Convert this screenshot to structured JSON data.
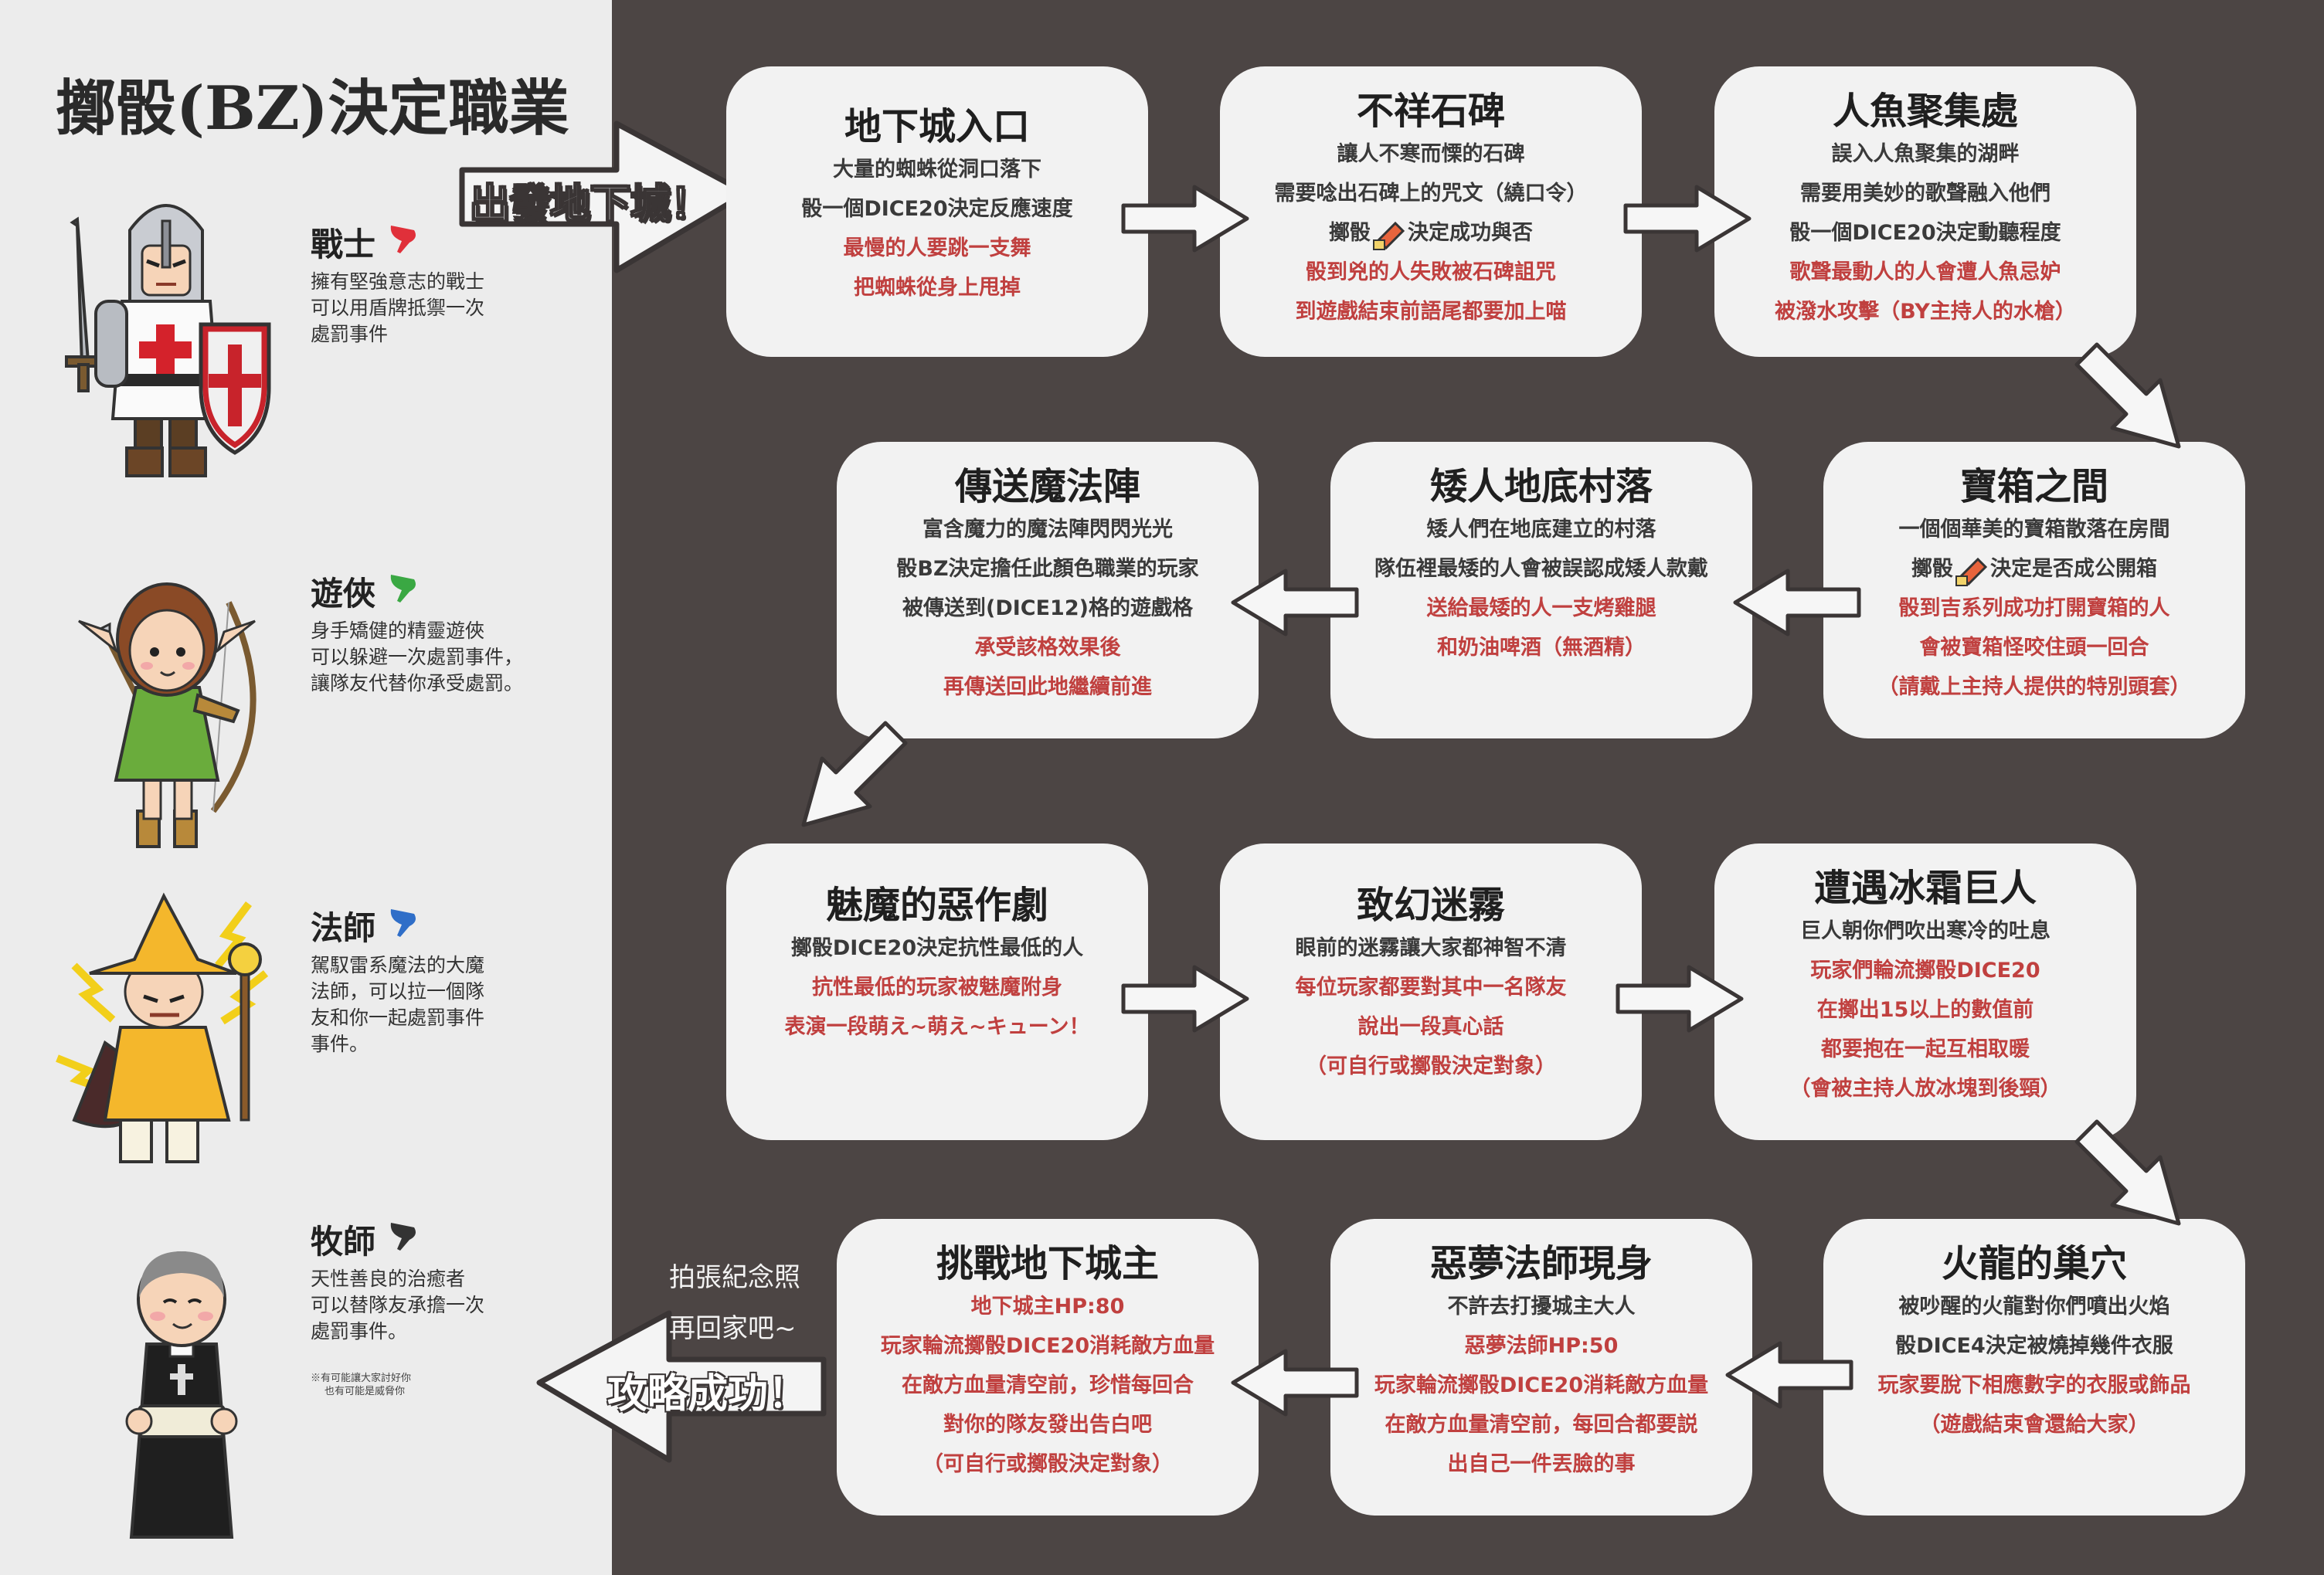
{
  "title": "擲骰(BZ)決定職業",
  "start_label": "出發地下城！",
  "end_label": "攻略成功！",
  "end_caption": [
    "拍張紀念照",
    "再回家吧~"
  ],
  "roles": [
    {
      "name": "戰士",
      "desc": [
        "擁有堅強意志的戰士",
        "可以用盾牌抵禦一次",
        "處罰事件"
      ],
      "pin_color": "#e0303a"
    },
    {
      "name": "遊俠",
      "desc": [
        "身手矯健的精靈遊俠",
        "可以躲避一次處罰事件，",
        "讓隊友代替你承受處罰。"
      ],
      "pin_color": "#3aa843"
    },
    {
      "name": "法師",
      "desc": [
        "駕馭雷系魔法的大魔",
        "法師，可以拉一個隊",
        "友和你一起處罰事件",
        "事件。"
      ],
      "pin_color": "#2f6ec8"
    },
    {
      "name": "牧師",
      "desc": [
        "天性善良的治癒者",
        "可以替隊友承擔一次",
        "處罰事件。"
      ],
      "note": [
        "※有可能讓大家討好你",
        "也有可能是威脅你"
      ],
      "pin_color": "#333333"
    }
  ],
  "cards": [
    {
      "title": "地下城入口",
      "lines": [
        {
          "text": "大量的蜘蛛從洞口落下",
          "tone": "dark"
        },
        {
          "text": "骰一個DICE20決定反應速度",
          "tone": "dark"
        },
        {
          "text": "最慢的人要跳一支舞",
          "tone": "red"
        },
        {
          "text": "把蜘蛛從身上甩掉",
          "tone": "red"
        }
      ]
    },
    {
      "title": "不祥石碑",
      "lines": [
        {
          "text": "讓人不寒而慄的石碑",
          "tone": "dark"
        },
        {
          "text": "需要唸出石碑上的咒文（繞口令）",
          "tone": "dark"
        },
        {
          "text": "擲骰",
          "tone": "dark",
          "dice": true,
          "after": "決定成功與否"
        },
        {
          "text": "骰到兇的人失敗被石碑詛咒",
          "tone": "red"
        },
        {
          "text": "到遊戲結束前語尾都要加上喵",
          "tone": "red"
        }
      ]
    },
    {
      "title": "人魚聚集處",
      "lines": [
        {
          "text": "誤入人魚聚集的湖畔",
          "tone": "dark"
        },
        {
          "text": "需要用美妙的歌聲融入他們",
          "tone": "dark"
        },
        {
          "text": "骰一個DICE20決定動聽程度",
          "tone": "dark"
        },
        {
          "text": "歌聲最動人的人會遭人魚忌妒",
          "tone": "red"
        },
        {
          "text": "被潑水攻擊（BY主持人的水槍）",
          "tone": "red"
        }
      ]
    },
    {
      "title": "寶箱之間",
      "lines": [
        {
          "text": "一個個華美的寶箱散落在房間",
          "tone": "dark"
        },
        {
          "text": "擲骰",
          "tone": "dark",
          "dice": true,
          "after": "決定是否成公開箱"
        },
        {
          "text": "骰到吉系列成功打開寶箱的人",
          "tone": "red"
        },
        {
          "text": "會被寶箱怪咬住頭一回合",
          "tone": "red"
        },
        {
          "text": "（請戴上主持人提供的特別頭套）",
          "tone": "red"
        }
      ]
    },
    {
      "title": "矮人地底村落",
      "lines": [
        {
          "text": "矮人們在地底建立的村落",
          "tone": "dark"
        },
        {
          "text": "隊伍裡最矮的人會被誤認成矮人款戴",
          "tone": "dark"
        },
        {
          "text": "送給最矮的人一支烤雞腿",
          "tone": "red"
        },
        {
          "text": "和奶油啤酒（無酒精）",
          "tone": "red"
        }
      ]
    },
    {
      "title": "傳送魔法陣",
      "lines": [
        {
          "text": "富含魔力的魔法陣閃閃光光",
          "tone": "dark"
        },
        {
          "text": "骰BZ決定擔任此顏色職業的玩家",
          "tone": "dark"
        },
        {
          "text": "被傳送到(DICE12)格的遊戲格",
          "tone": "dark"
        },
        {
          "text": "承受該格效果後",
          "tone": "red"
        },
        {
          "text": "再傳送回此地繼續前進",
          "tone": "red"
        }
      ]
    },
    {
      "title": "魅魔的惡作劇",
      "lines": [
        {
          "text": "擲骰DICE20決定抗性最低的人",
          "tone": "dark"
        },
        {
          "text": "抗性最低的玩家被魅魔附身",
          "tone": "red"
        },
        {
          "text": "表演一段萌え~萌え~キューン！",
          "tone": "red"
        }
      ]
    },
    {
      "title": "致幻迷霧",
      "lines": [
        {
          "text": "眼前的迷霧讓大家都神智不清",
          "tone": "dark"
        },
        {
          "text": "每位玩家都要對其中一名隊友",
          "tone": "red"
        },
        {
          "text": "說出一段真心話",
          "tone": "red"
        },
        {
          "text": "（可自行或擲骰決定對象）",
          "tone": "red"
        }
      ]
    },
    {
      "title": "遭遇冰霜巨人",
      "lines": [
        {
          "text": "巨人朝你們吹出寒冷的吐息",
          "tone": "dark"
        },
        {
          "text": "玩家們輪流擲骰DICE20",
          "tone": "red"
        },
        {
          "text": "在擲出15以上的數值前",
          "tone": "red"
        },
        {
          "text": "都要抱在一起互相取暖",
          "tone": "red"
        },
        {
          "text": "（會被主持人放冰塊到後頸）",
          "tone": "red"
        }
      ]
    },
    {
      "title": "火龍的巢穴",
      "lines": [
        {
          "text": "被吵醒的火龍對你們噴出火焰",
          "tone": "dark"
        },
        {
          "text": "骰DICE4決定被燒掉幾件衣服",
          "tone": "dark"
        },
        {
          "text": "玩家要脫下相應數字的衣服或飾品",
          "tone": "red"
        },
        {
          "text": "（遊戲結束會還給大家）",
          "tone": "red"
        }
      ]
    },
    {
      "title": "惡夢法師現身",
      "lines": [
        {
          "text": "不許去打擾城主大人",
          "tone": "dark"
        },
        {
          "text": "惡夢法師HP:50",
          "tone": "red"
        },
        {
          "text": "玩家輪流擲骰DICE20消耗敵方血量",
          "tone": "red"
        },
        {
          "text": "在敵方血量清空前，每回合都要説",
          "tone": "red"
        },
        {
          "text": "出自己一件丟臉的事",
          "tone": "red"
        }
      ]
    },
    {
      "title": "挑戰地下城主",
      "lines": [
        {
          "text": "地下城主HP:80",
          "tone": "red"
        },
        {
          "text": "玩家輪流擲骰DICE20消耗敵方血量",
          "tone": "red"
        },
        {
          "text": "在敵方血量清空前，珍惜每回合",
          "tone": "red"
        },
        {
          "text": "對你的隊友發出告白吧",
          "tone": "red"
        },
        {
          "text": "（可自行或擲骰決定對象）",
          "tone": "red"
        }
      ]
    }
  ],
  "colors": {
    "background": "#4c4544",
    "left_panel": "#ececec",
    "card": "#f2f2f2",
    "text_red": "#c0403f",
    "text_dark": "#3a3a3a"
  }
}
